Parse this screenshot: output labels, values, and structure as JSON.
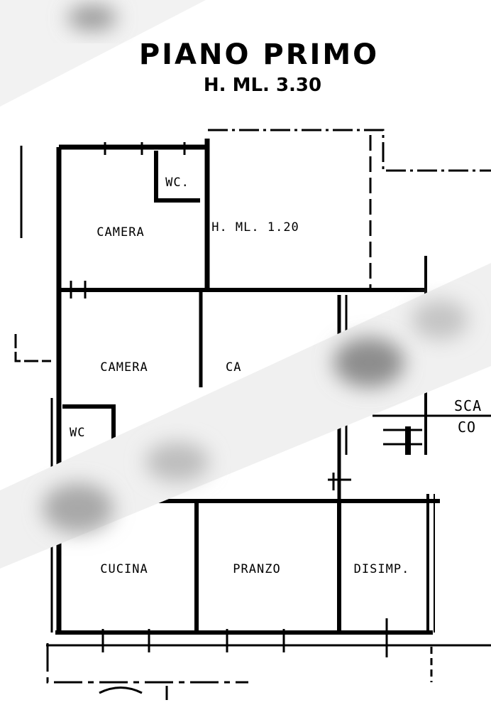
{
  "title": "PIANO PRIMO",
  "height_label": "H. ML. 3.30",
  "rooms": {
    "camera_1": "CAMERA",
    "wc_1": "WC.",
    "open_area": "H. ML. 1.20",
    "camera_2": "CAMERA",
    "camera_3_partial": "CA",
    "wc_2": "WC",
    "cucina": "CUCINA",
    "pranzo": "PRANZO",
    "disimp": "DISIMP."
  },
  "stair": {
    "label_top": "SCA",
    "label_bottom": "CO"
  },
  "colors": {
    "ink": "#000000",
    "redaction": "#c8c8c8"
  }
}
